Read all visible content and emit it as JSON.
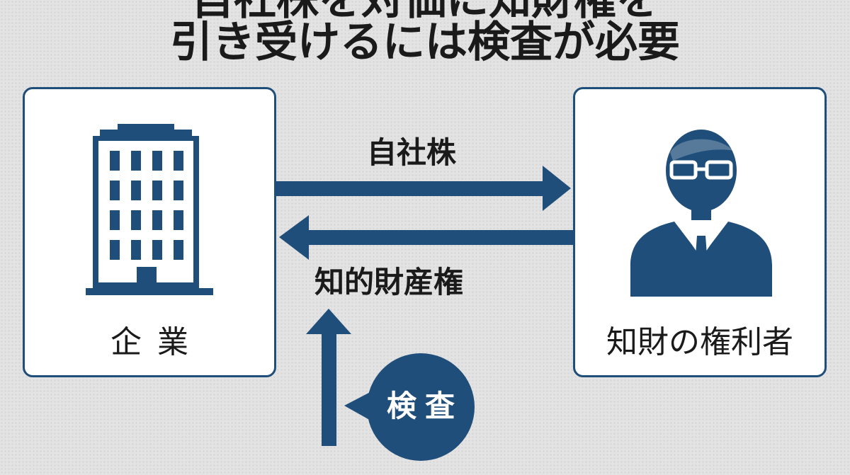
{
  "title": {
    "line1": "自社株を対価に知財権を",
    "line2": "引き受けるには検査が必要"
  },
  "nodes": {
    "company": {
      "label": "企業",
      "icon": "building-icon"
    },
    "holder": {
      "label": "知財の権利者",
      "icon": "person-with-glasses-icon"
    }
  },
  "flows": {
    "stock_label": "自社株",
    "ip_label": "知的財産権"
  },
  "inspection": {
    "label": "検査"
  },
  "colors": {
    "navy": "#1f4e7a",
    "background": "#e3e3e3",
    "white": "#ffffff"
  }
}
